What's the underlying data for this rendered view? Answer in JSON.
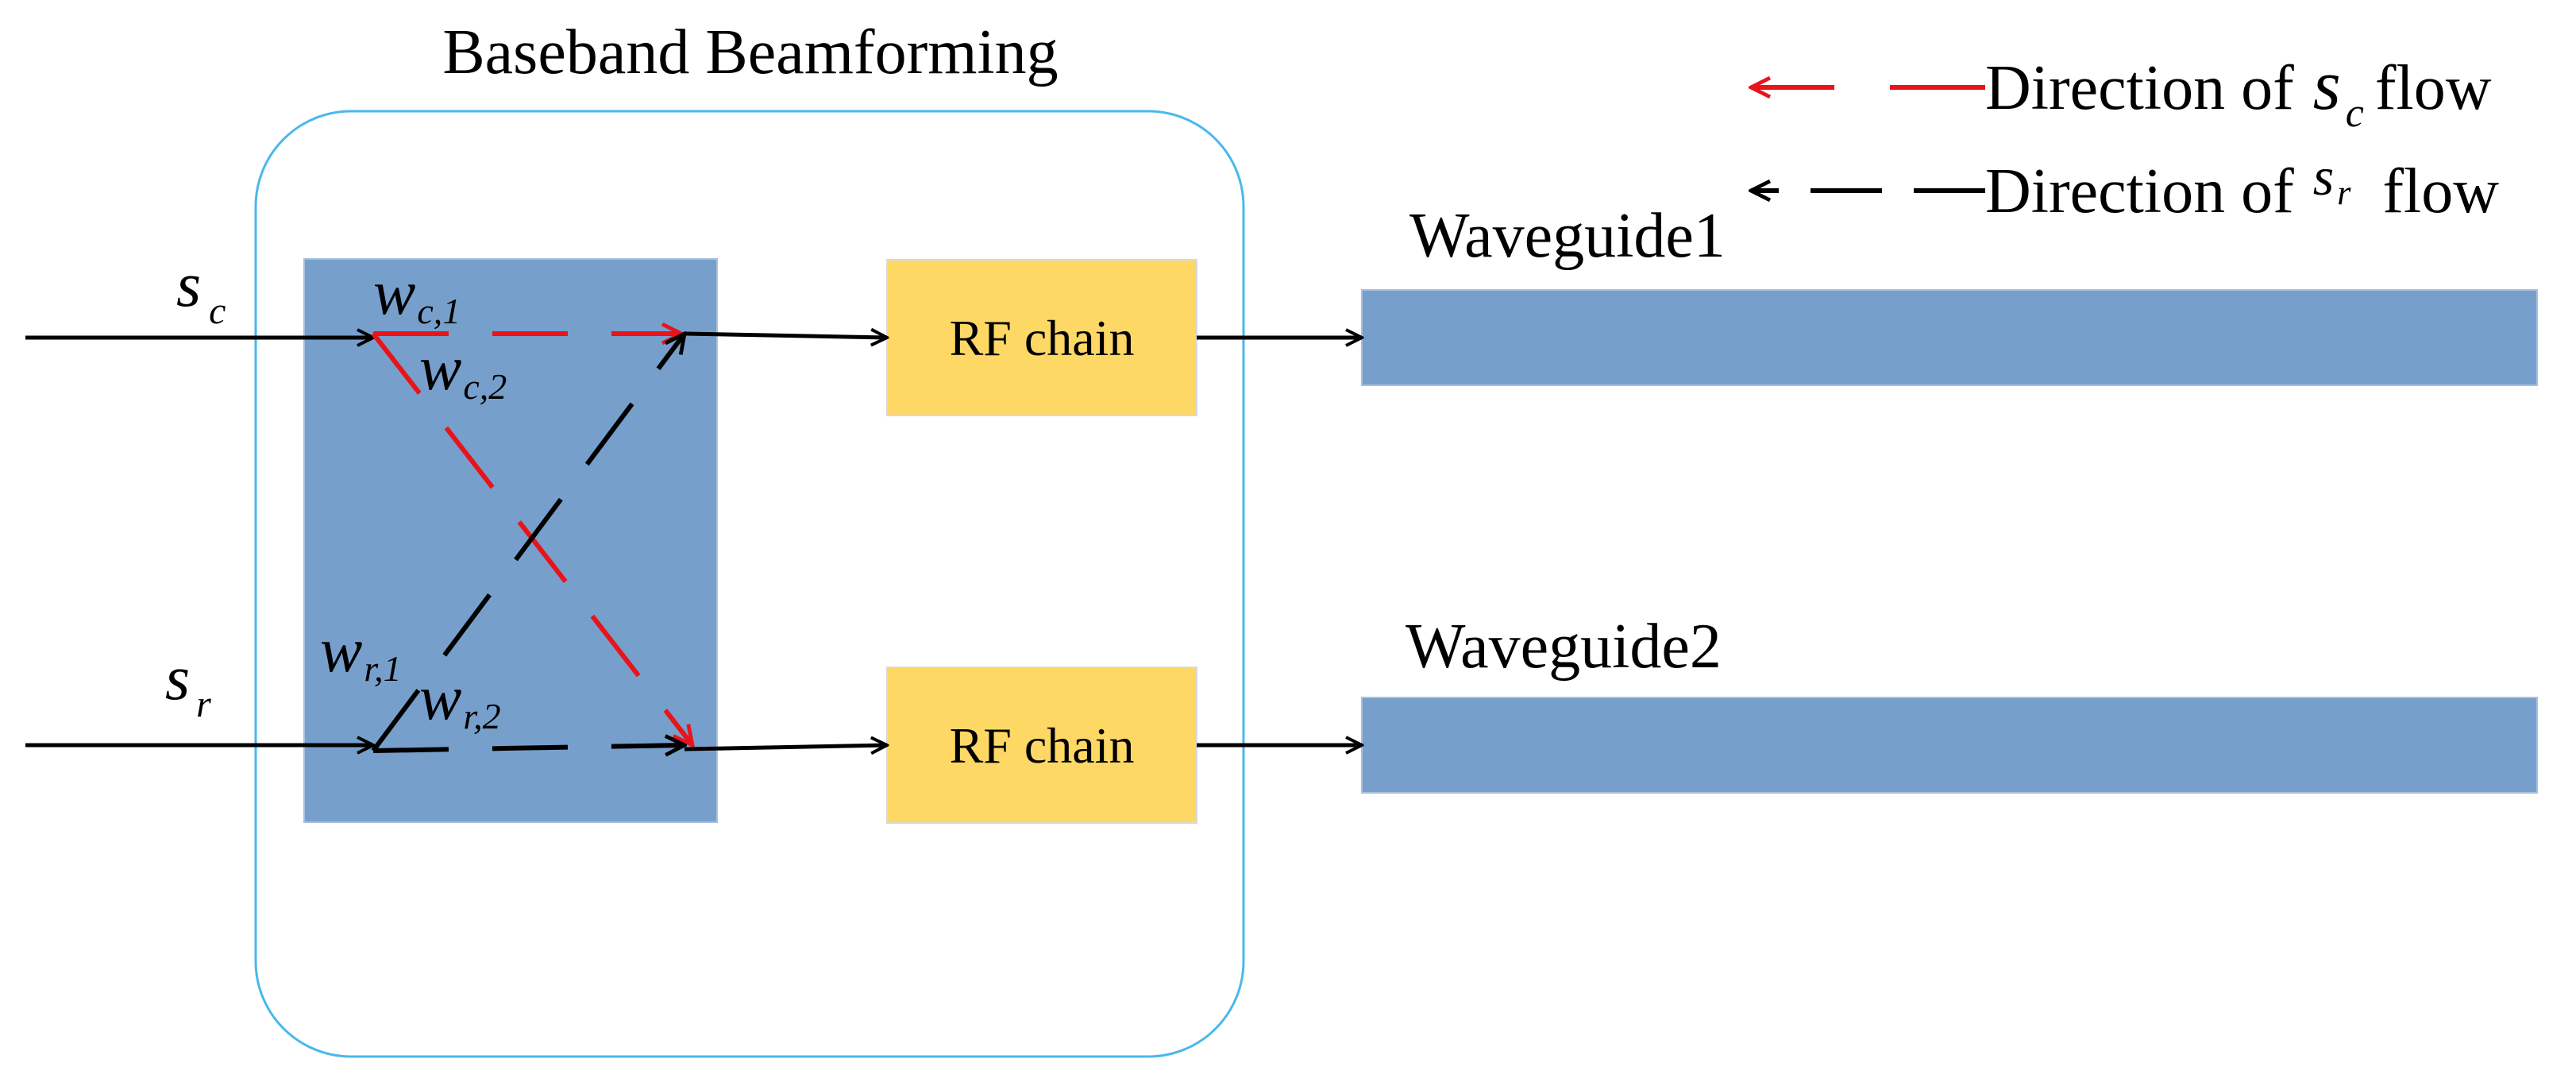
{
  "title": "Baseband Beamforming",
  "legend": {
    "sc_prefix": "Direction of",
    "sc_symbol": "s",
    "sc_sub": "c",
    "sc_suffix": "flow",
    "sr_prefix": "Direction of",
    "sr_symbol": "s",
    "sr_sub": "r",
    "sr_suffix": "flow"
  },
  "inputs": {
    "sc_symbol": "s",
    "sc_sub": "c",
    "sr_symbol": "s",
    "sr_sub": "r"
  },
  "weights": {
    "wc1_symbol": "w",
    "wc1_sub": "c,1",
    "wc2_symbol": "w",
    "wc2_sub": "c,2",
    "wr1_symbol": "w",
    "wr1_sub": "r,1",
    "wr2_symbol": "w",
    "wr2_sub": "r,2"
  },
  "rf_chains": [
    "RF chain",
    "RF chain"
  ],
  "waveguides": [
    "Waveguide1",
    "Waveguide2"
  ],
  "colors": {
    "sc_flow": "#E8141A",
    "sr_flow": "#000000",
    "beamformer_block": "#779FCC",
    "rf_chain": "#FDD865",
    "waveguide": "#779FCC",
    "frame": "#4AB8EC"
  }
}
